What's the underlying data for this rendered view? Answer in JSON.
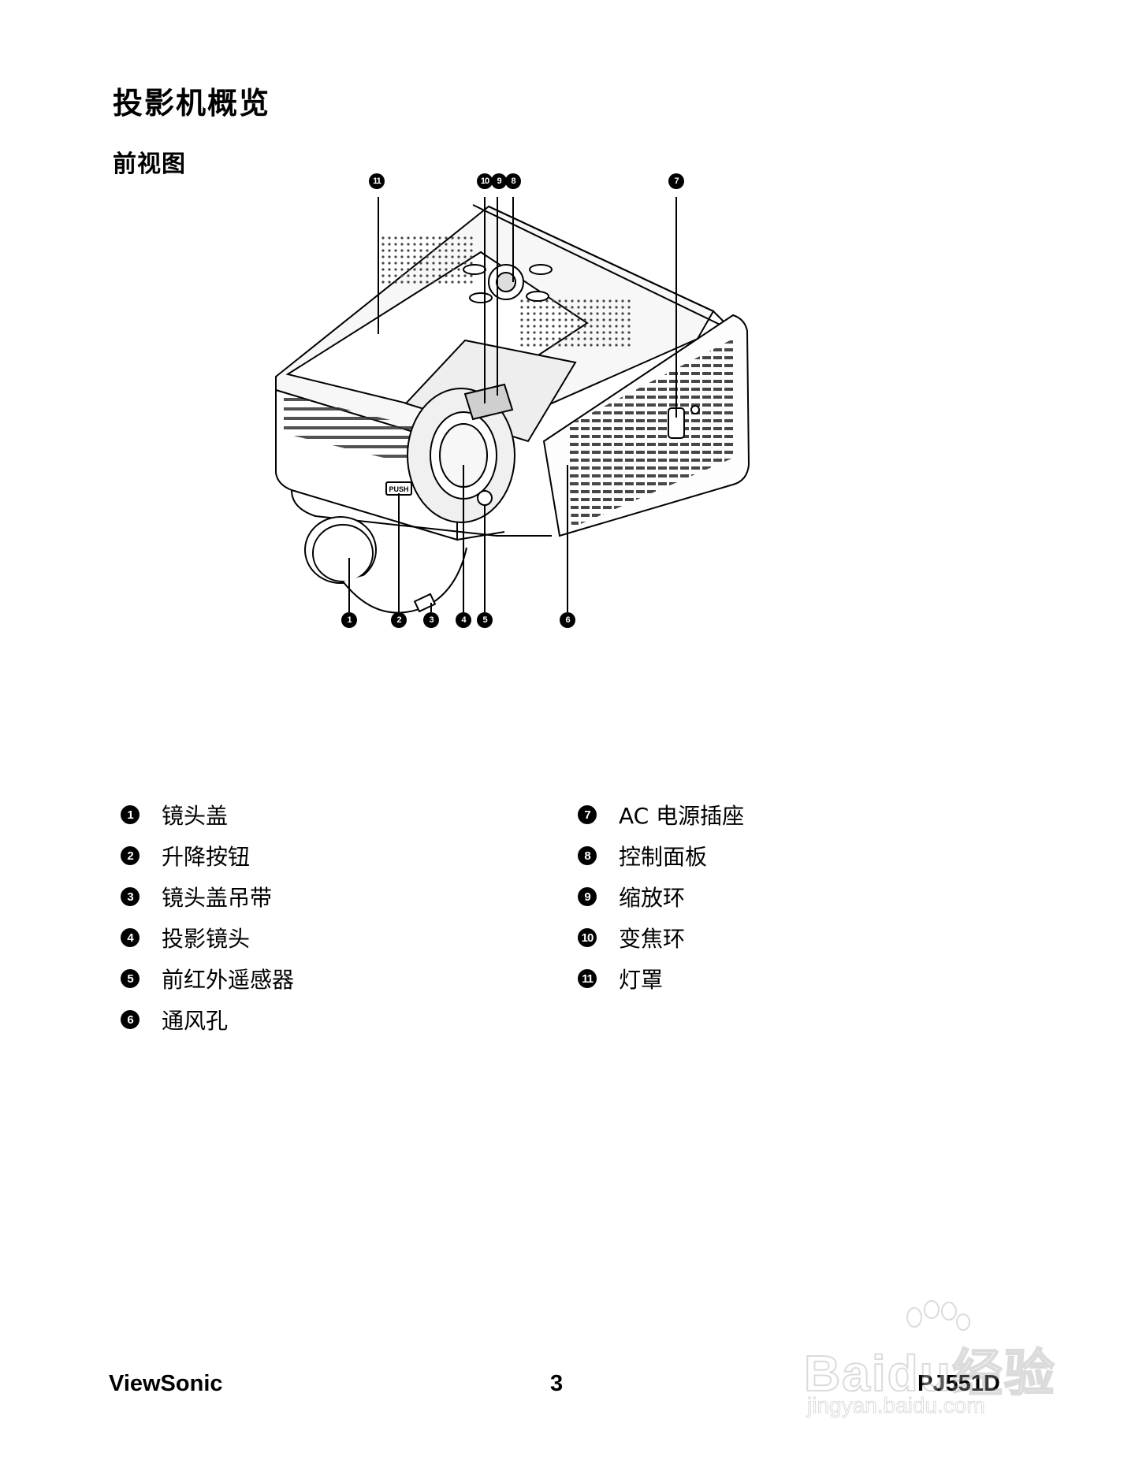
{
  "page_title": "投影机概览",
  "section_title": "前视图",
  "callout_numbers": [
    "1",
    "2",
    "3",
    "4",
    "5",
    "6",
    "7",
    "8",
    "9",
    "10",
    "11"
  ],
  "legend_left": [
    {
      "num": "1",
      "label": "镜头盖"
    },
    {
      "num": "2",
      "label": "升降按钮"
    },
    {
      "num": "3",
      "label": "镜头盖吊带"
    },
    {
      "num": "4",
      "label": "投影镜头"
    },
    {
      "num": "5",
      "label": "前红外遥感器"
    },
    {
      "num": "6",
      "label": "通风孔"
    }
  ],
  "legend_right": [
    {
      "num": "7",
      "label": "AC 电源插座"
    },
    {
      "num": "8",
      "label": "控制面板"
    },
    {
      "num": "9",
      "label": "缩放环"
    },
    {
      "num": "10",
      "label": "变焦环"
    },
    {
      "num": "11",
      "label": " 灯罩"
    }
  ],
  "push_label": "PUSH",
  "footer": {
    "brand": "ViewSonic",
    "page_number": "3",
    "model": "PJ551D"
  },
  "watermark": {
    "text": "Baidu经验",
    "url": "jingyan.baidu.com"
  }
}
